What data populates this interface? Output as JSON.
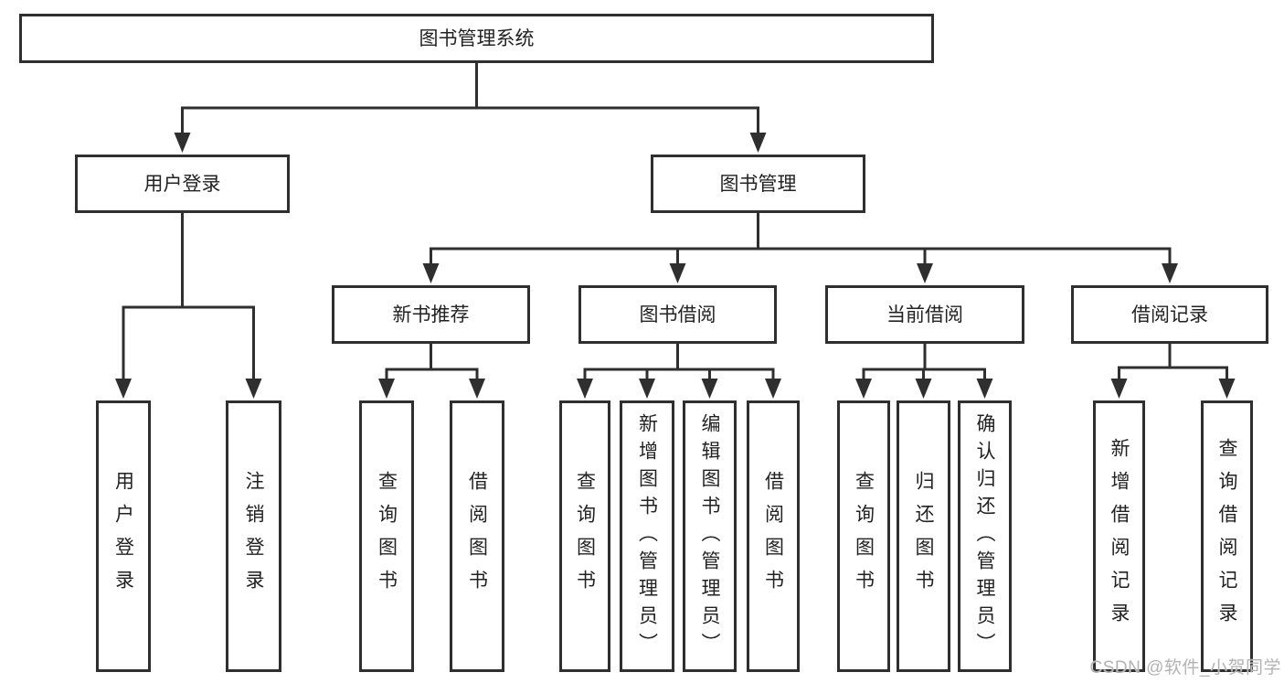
{
  "diagram": {
    "title": "图书管理系统",
    "watermark": "CSDN @软件_小贺同学",
    "colors": {
      "line": "#2f2f2f",
      "box_border": "#2f2f2f",
      "text": "#222222",
      "watermark": "#b3b3b3",
      "background": "#ffffff"
    },
    "nodes": {
      "root": {
        "label": "图书管理系统"
      },
      "login": {
        "label": "用户登录"
      },
      "mgmt": {
        "label": "图书管理"
      },
      "rec": {
        "label": "新书推荐"
      },
      "borrow": {
        "label": "图书借阅"
      },
      "current": {
        "label": "当前借阅"
      },
      "record": {
        "label": "借阅记录"
      },
      "ul1": {
        "label": "用户登录"
      },
      "ul2": {
        "label": "注销登录"
      },
      "nb1": {
        "label": "查询图书"
      },
      "nb2": {
        "label": "借阅图书"
      },
      "bb1": {
        "label": "查询图书"
      },
      "bb2": {
        "label": "新增图书（管理员）"
      },
      "bb3": {
        "label": "编辑图书（管理员）"
      },
      "bb4": {
        "label": "借阅图书"
      },
      "cb1": {
        "label": "查询图书"
      },
      "cb2": {
        "label": "归还图书"
      },
      "cb3": {
        "label": "确认归还（管理员）"
      },
      "br1": {
        "label": "新增借阅记录"
      },
      "br2": {
        "label": "查询借阅记录"
      }
    },
    "edges": [
      [
        "root",
        "login"
      ],
      [
        "root",
        "mgmt"
      ],
      [
        "login",
        "ul1"
      ],
      [
        "login",
        "ul2"
      ],
      [
        "mgmt",
        "rec"
      ],
      [
        "mgmt",
        "borrow"
      ],
      [
        "mgmt",
        "current"
      ],
      [
        "mgmt",
        "record"
      ],
      [
        "rec",
        "nb1"
      ],
      [
        "rec",
        "nb2"
      ],
      [
        "borrow",
        "bb1"
      ],
      [
        "borrow",
        "bb2"
      ],
      [
        "borrow",
        "bb3"
      ],
      [
        "borrow",
        "bb4"
      ],
      [
        "current",
        "cb1"
      ],
      [
        "current",
        "cb2"
      ],
      [
        "current",
        "cb3"
      ],
      [
        "record",
        "br1"
      ],
      [
        "record",
        "br2"
      ]
    ]
  }
}
